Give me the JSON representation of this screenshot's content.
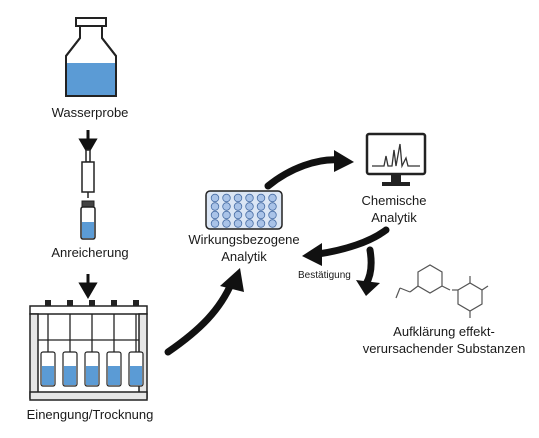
{
  "labels": {
    "water_sample": "Wasserprobe",
    "enrichment": "Anreicherung",
    "concentration": "Einengung/Trocknung",
    "effect_based_line1": "Wirkungsbezogene",
    "effect_based_line2": "Analytik",
    "chemical_line1": "Chemische",
    "chemical_line2": "Analytik",
    "confirmation": "Bestätigung",
    "elucidation_line1": "Aufklärung effekt-",
    "elucidation_line2": "verursachender Substanzen"
  },
  "colors": {
    "liquid": "#5b9bd5",
    "well": "#a9c3e8",
    "plate": "#dbe6f5",
    "outline": "#222222",
    "arrow": "#111111"
  }
}
